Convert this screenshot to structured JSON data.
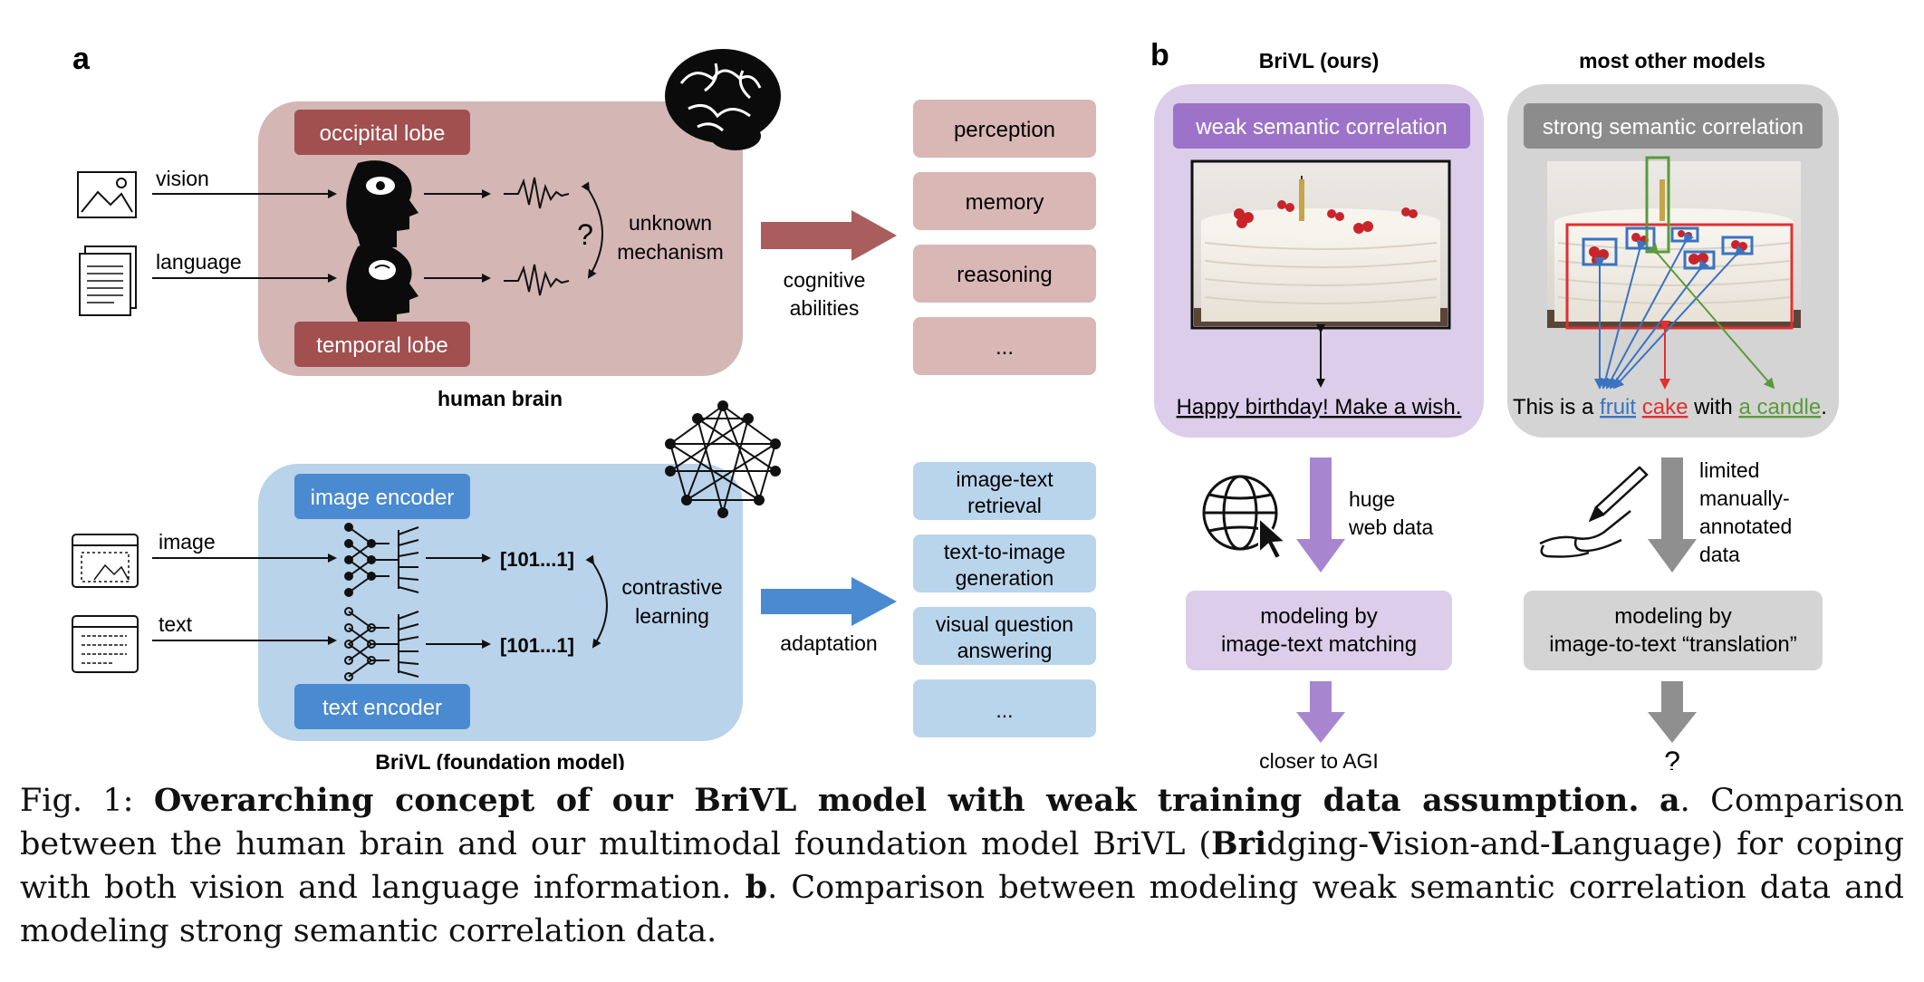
{
  "panel_a": {
    "label": "a",
    "human": {
      "input_vision": "vision",
      "input_language": "language",
      "region_top": "occipital lobe",
      "region_bottom": "temporal lobe",
      "question": "?",
      "mechanism_line1": "unknown",
      "mechanism_line2": "mechanism",
      "title": "human brain",
      "arrow_line1": "cognitive",
      "arrow_line2": "abilities",
      "abilities": [
        "perception",
        "memory",
        "reasoning",
        "..."
      ]
    },
    "model": {
      "input_image": "image",
      "input_text": "text",
      "encoder_top": "image encoder",
      "encoder_bottom": "text encoder",
      "code_top": "[101...1]",
      "code_bottom": "[101...1]",
      "learning_line1": "contrastive",
      "learning_line2": "learning",
      "title": "BriVL (foundation model)",
      "arrow_label": "adaptation",
      "tasks": [
        [
          "image-text",
          "retrieval"
        ],
        [
          "text-to-image",
          "generation"
        ],
        [
          "visual question",
          "answering"
        ],
        [
          "..."
        ]
      ]
    }
  },
  "panel_b": {
    "label": "b",
    "left": {
      "title": "BriVL (ours)",
      "badge": "weak semantic correlation",
      "caption_text": "Happy birthday! Make a wish.",
      "data_line1": "huge",
      "data_line2": "web data",
      "model_line1": "modeling by",
      "model_line2": "image-text matching",
      "result": "closer to AGI"
    },
    "right": {
      "title": "most other models",
      "badge": "strong semantic correlation",
      "caption_prefix": "This is a ",
      "caption_fruit": "fruit",
      "caption_cake": "cake",
      "caption_mid": " with ",
      "caption_candle": "a candle",
      "caption_end": ".",
      "data_line1": "limited",
      "data_line2": "manually-",
      "data_line3": "annotated",
      "data_line4": "data",
      "model_line1": "modeling by",
      "model_line2": "image-to-text “translation”",
      "result": "?"
    }
  },
  "caption": {
    "prefix": "Fig. 1: ",
    "bold_title": "Overarching concept of our BriVL model with weak training data assumption.",
    "a_label": "a",
    "a_text1": ". Comparison between the human brain and our multimodal foundation model BriVL (",
    "br_bold": "Bri",
    "br_rest": "dging-",
    "v_bold": "V",
    "v_rest": "ision-and-",
    "l_bold": "L",
    "l_rest": "anguage) for coping with both vision and language information. ",
    "b_label": "b",
    "b_text": ". Comparison between modeling weak semantic correlation data and modeling strong semantic correlation data."
  },
  "colors": {
    "brain_bg": "#d4b6b4",
    "brain_label": "#a24f4f",
    "brain_box": "#d8b7b5",
    "model_bg": "#b8d3ea",
    "model_label": "#4a8ad0",
    "model_box": "#b9d5ec",
    "purple_bg": "#dccdea",
    "purple_label": "#9c73c8",
    "purple_arrow": "#a886cf",
    "gray_bg": "#d4d4d4",
    "gray_label": "#8c8c8c",
    "gray_arrow": "#8f8f8f",
    "red_arrow": "#a95d5d",
    "blue_arrow": "#4a8ad0",
    "box_blue": "#3a73c0",
    "box_red": "#e03030",
    "box_green": "#5a9a3a"
  }
}
